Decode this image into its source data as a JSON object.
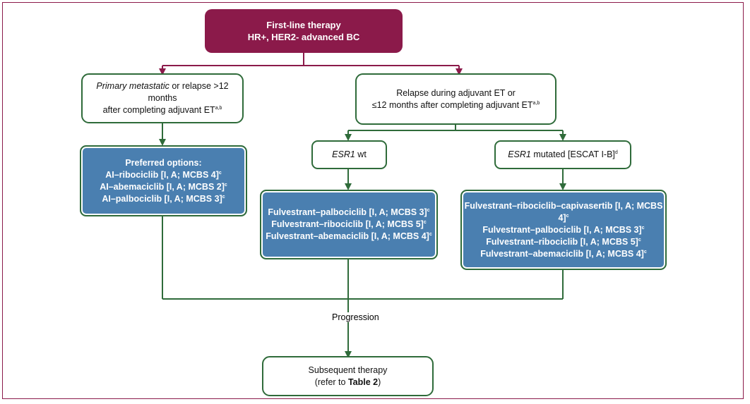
{
  "title_box": {
    "line1": "First-line therapy",
    "line2": "HR+, HER2- advanced BC"
  },
  "left_branch": {
    "italic": "Primary metastatic",
    "text1": " or relapse >12 months",
    "text2": "after completing adjuvant ET",
    "sup": "a,b"
  },
  "right_branch": {
    "line1": "Relapse during adjuvant ET or",
    "line2": "≤12 months after completing adjuvant ET",
    "sup": "a,b"
  },
  "wt_box": {
    "gene": "ESR1",
    "suffix": " wt"
  },
  "mut_box": {
    "gene": "ESR1",
    "suffix": " mutated [ESCAT I-B]",
    "sup": "d"
  },
  "left_treatments": {
    "heading": "Preferred options:",
    "items": [
      {
        "text": "AI–ribociclib [I, A; MCBS 4]",
        "sup": "c"
      },
      {
        "text": "AI–abemaciclib [I, A; MCBS 2]",
        "sup": "c"
      },
      {
        "text": "AI–palbociclib [I, A; MCBS 3]",
        "sup": "c"
      }
    ]
  },
  "wt_treatments": [
    {
      "text": "Fulvestrant–palbociclib [I, A; MCBS 3]",
      "sup": "c"
    },
    {
      "text": "Fulvestrant–ribociclib [I, A; MCBS 5]",
      "sup": "c"
    },
    {
      "text": "Fulvestrant–abemaciclib [I, A; MCBS 4]",
      "sup": "c"
    }
  ],
  "mut_treatments": [
    {
      "text": "Fulvestrant–ribociclib–capivasertib [I, A; MCBS 4]",
      "sup": "c"
    },
    {
      "text": "Fulvestrant–palbociclib [I, A; MCBS 3]",
      "sup": "c"
    },
    {
      "text": "Fulvestrant–ribociclib [I, A; MCBS 5]",
      "sup": "c"
    },
    {
      "text": "Fulvestrant–abemaciclib [I, A; MCBS 4]",
      "sup": "c"
    }
  ],
  "pd_label": "Progression",
  "second_line": {
    "line1": "Subsequent therapy",
    "prefix": "(refer to ",
    "link": "Table 2",
    "suffix": ")"
  },
  "colors": {
    "frame": "#8b1a4a",
    "title_fill": "#8b1a4a",
    "line_green": "#2f6b3a",
    "treatment_fill": "#4a7fb0"
  }
}
